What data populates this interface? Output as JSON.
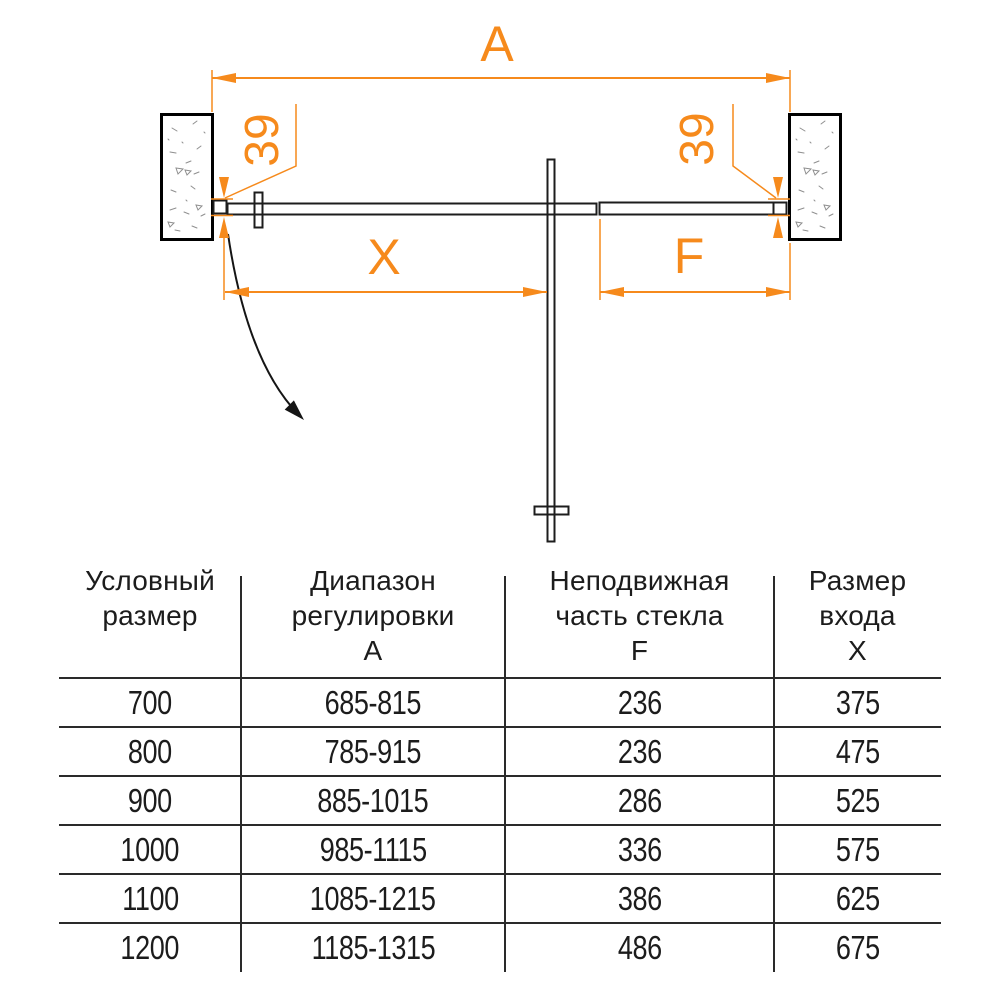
{
  "diagram": {
    "labels": {
      "total_width": "A",
      "entry_width": "X",
      "fixed_width": "F",
      "profile_left": "39",
      "profile_right": "39"
    },
    "colors": {
      "accent": "#F68A1C",
      "line": "#1D1D1D"
    }
  },
  "table": {
    "headers": [
      {
        "lines": [
          "Условный",
          "размер",
          ""
        ]
      },
      {
        "lines": [
          "Диапазон",
          "регулировки",
          "А"
        ]
      },
      {
        "lines": [
          "Неподвижная",
          "часть стекла",
          "F"
        ]
      },
      {
        "lines": [
          "Размер",
          "входа",
          "X"
        ]
      }
    ],
    "rows": [
      [
        "700",
        "685-815",
        "236",
        "375"
      ],
      [
        "800",
        "785-915",
        "236",
        "475"
      ],
      [
        "900",
        "885-1015",
        "286",
        "525"
      ],
      [
        "1000",
        "985-1115",
        "336",
        "575"
      ],
      [
        "1100",
        "1085-1215",
        "386",
        "625"
      ],
      [
        "1200",
        "1185-1315",
        "486",
        "675"
      ]
    ]
  }
}
